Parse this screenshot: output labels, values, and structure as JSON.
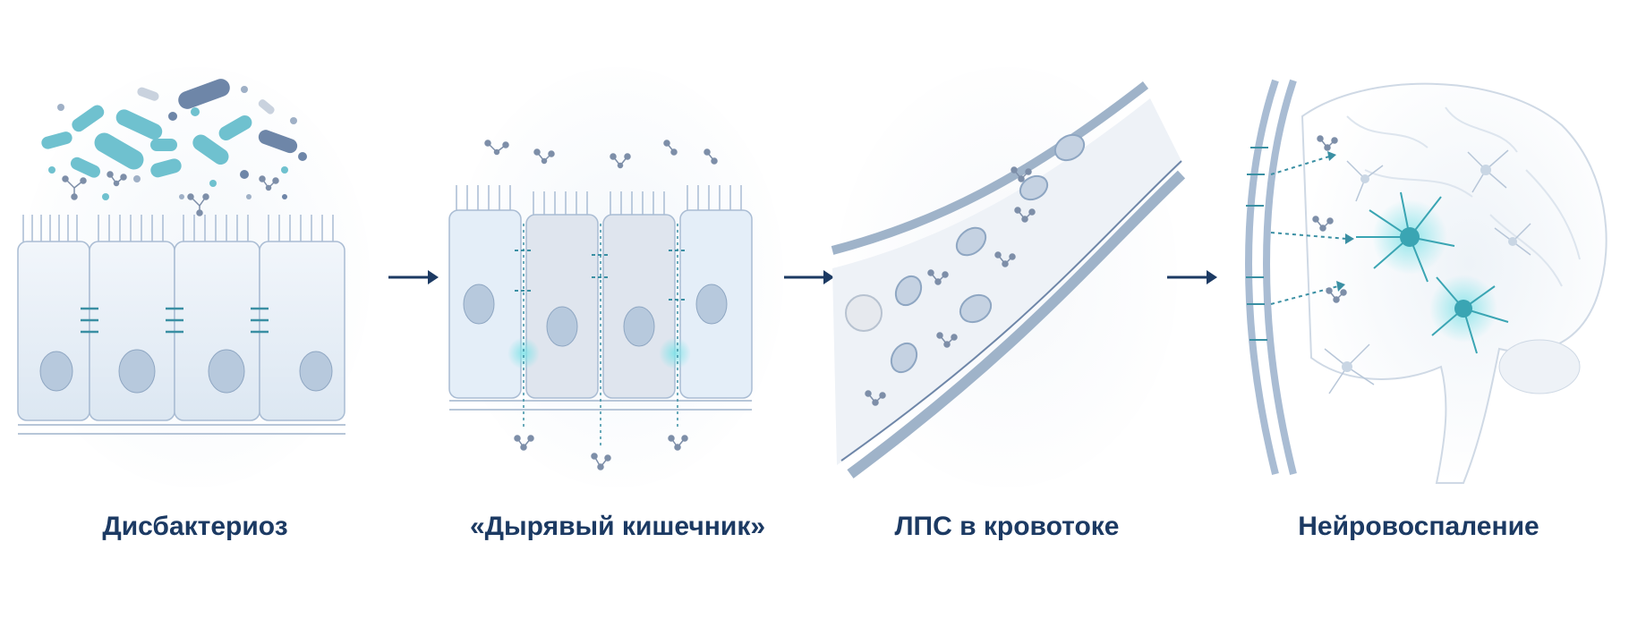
{
  "stages": [
    {
      "label": "Дисбактериоз"
    },
    {
      "label": "«Дырявый кишечник»"
    },
    {
      "label": "ЛПС в кровотоке"
    },
    {
      "label": "Нейровоспаление"
    }
  ],
  "colors": {
    "label": "#1c3a63",
    "arrow": "#1c3a63",
    "bacteria_teal": "#6fc1cf",
    "bacteria_slate": "#6e86a8",
    "cell_fill": "#e8f0f8",
    "cell_stroke": "#a9bcd3",
    "nucleus": "#b7c9dd",
    "junction": "#3a8fa3",
    "rbc": "#c5d2e2",
    "glow": "#7fe3e8",
    "lps": "#7d8ea8"
  }
}
